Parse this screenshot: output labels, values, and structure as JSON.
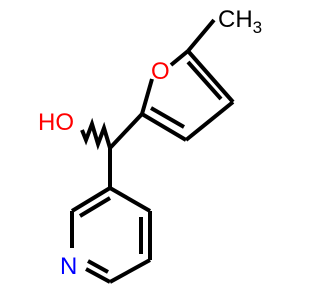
{
  "molecule": {
    "labels": {
      "methyl": {
        "main": "CH",
        "subscript": "3"
      },
      "furan_oxygen": "O",
      "hydroxyl": "HO",
      "pyridine_nitrogen": "N"
    },
    "colors": {
      "bond": "#000000",
      "carbon_label": "#000000",
      "oxygen": "#ff0000",
      "nitrogen": "#0000ff"
    }
  }
}
